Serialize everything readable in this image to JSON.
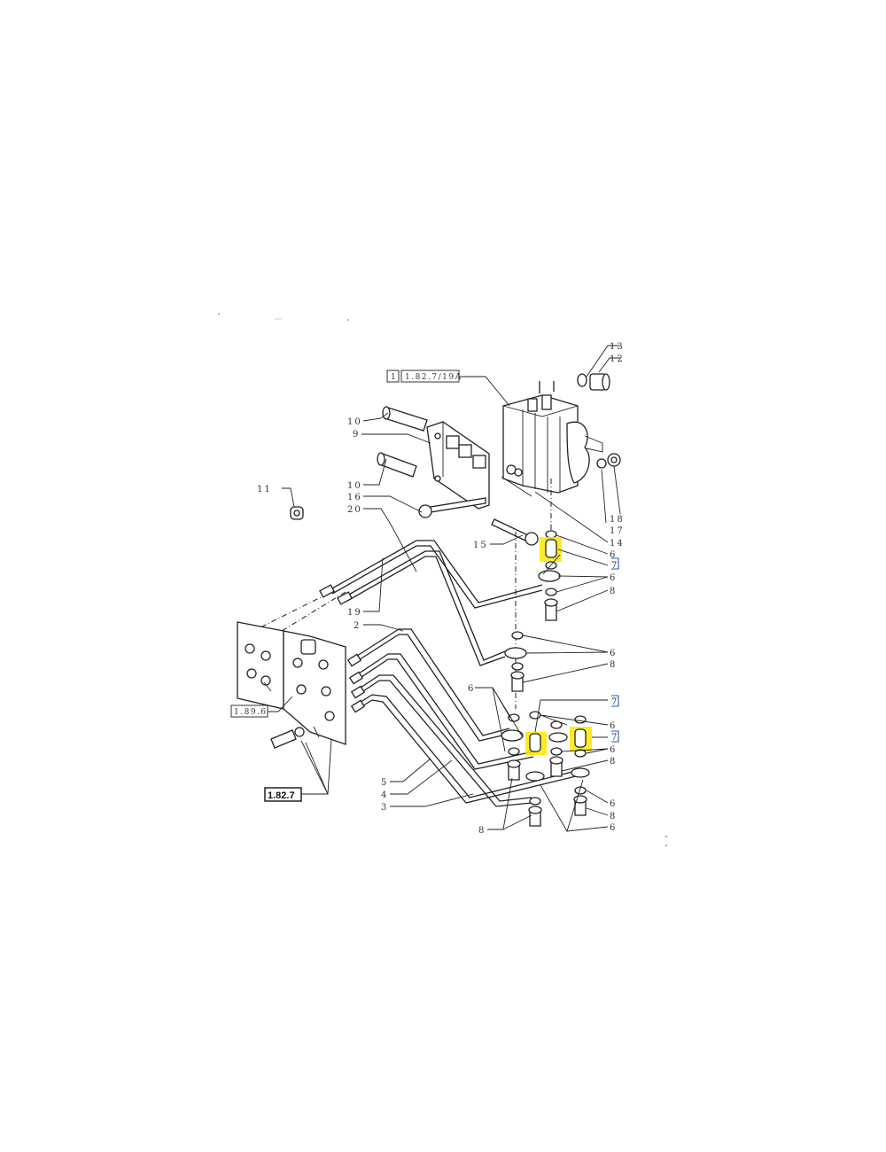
{
  "references": {
    "top_ref_index": "1",
    "top_ref": "1.82.7/19A",
    "side_ref": "1.89.6",
    "bottom_ref": "1.82.7"
  },
  "callouts": {
    "c13": "13",
    "c12": "12",
    "c10a": "10",
    "c9": "9",
    "c10b": "10",
    "c16": "16",
    "c20": "20",
    "c11": "11",
    "c15": "15",
    "c18": "18",
    "c17": "17",
    "c14": "14",
    "c6a": "6",
    "c7a": "7",
    "c6b": "6",
    "c8a": "8",
    "c19": "19",
    "c2": "2",
    "c6c": "6",
    "c8b": "8",
    "c7b": "7",
    "c6d": "6",
    "c7c": "7",
    "c6e": "6",
    "c8c": "8",
    "c6f": "6",
    "c8d": "8",
    "c6g": "6",
    "c5": "5",
    "c4": "4",
    "c3": "3",
    "c8e": "8",
    "c6h": "6"
  },
  "colors": {
    "highlight": "#ffe600",
    "outline": "#1b5fb0"
  }
}
